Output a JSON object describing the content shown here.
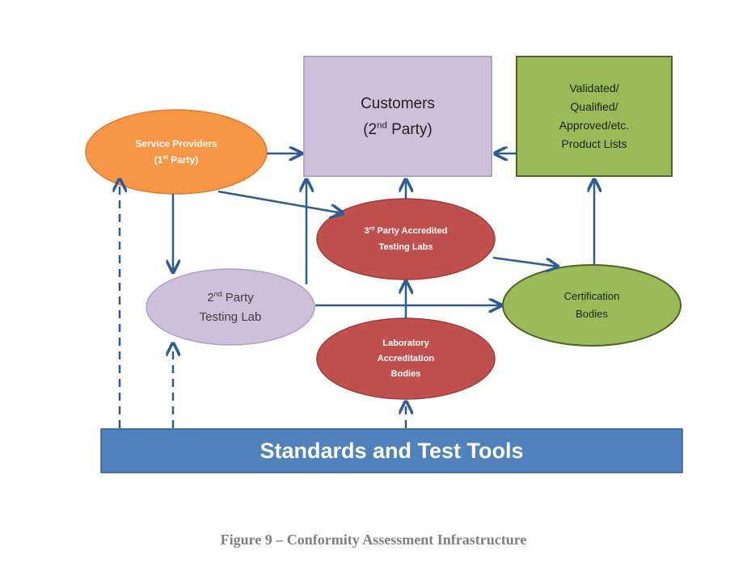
{
  "nodes": {
    "customers": {
      "line1": "Customers",
      "sup": "nd",
      "pre": "(2",
      "post": " Party)"
    },
    "product_lists": {
      "lines": [
        "Validated/",
        "Qualified/",
        "Approved/etc.",
        "Product Lists"
      ]
    },
    "service_providers": {
      "line1": "Service Providers",
      "sup": "st",
      "pre": "(1",
      "post": " Party)"
    },
    "third_party_labs": {
      "pre": "3",
      "sup": "rd",
      "post": " Party Accredited",
      "line2": "Testing Labs"
    },
    "second_party_lab": {
      "pre": "2",
      "sup": "nd",
      "post": " Party",
      "line2": "Testing Lab"
    },
    "certification_bodies": {
      "line1": "Certification",
      "line2": "Bodies"
    },
    "lab_accreditation": {
      "lines": [
        "Laboratory",
        "Accreditation",
        "Bodies"
      ]
    },
    "standards": {
      "label": "Standards and Test Tools"
    }
  },
  "colors": {
    "orange": "#f79646",
    "red": "#c0504d",
    "lavender": "#ccc0da",
    "lavender_border": "#b2a1c7",
    "green": "#9bbb59",
    "green_border": "#4f6228",
    "blue": "#4f81bd",
    "arrow": "#2e5b93"
  },
  "caption": "Figure 9 – Conformity Assessment Infrastructure"
}
